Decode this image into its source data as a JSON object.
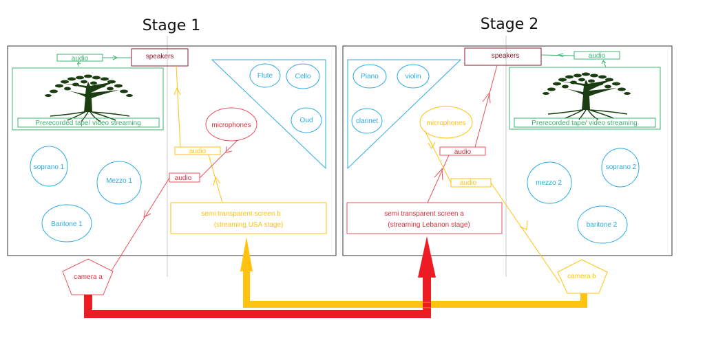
{
  "colors": {
    "blue": "#29abe2",
    "red": "#ed1c24",
    "dark_red": "#8b1a2b",
    "yellow": "#ffc20e",
    "green": "#3cb371",
    "tree": "#1b3d12",
    "frame": "#555555",
    "guide": "#c8c8c8"
  },
  "stage1": {
    "title": "Stage 1",
    "speakers": "speakers",
    "green_audio": "audio",
    "prerecorded": "Prerecorded tape/ video streaming",
    "instruments": [
      "Flute",
      "Cello",
      "Oud"
    ],
    "microphones": "microphones",
    "yellow_audio": "audio",
    "red_audio": "audio",
    "singers": [
      "soprano 1",
      "Mezzo 1",
      "Baritone 1"
    ],
    "screen_line1": "semi transparent screen b",
    "screen_line2": "(streaming USA stage)",
    "camera": "camera a"
  },
  "stage2": {
    "title": "Stage 2",
    "speakers": "speakers",
    "green_audio": "audio",
    "prerecorded": "Prerecorded tape/ video streaming",
    "instruments": [
      "Piano",
      "violin",
      "clarinet"
    ],
    "microphones": "microphones",
    "red_audio": "audio",
    "yellow_audio": "audio",
    "singers": [
      "mezzo 2",
      "soprano 2",
      "baritone 2"
    ],
    "screen_line1": "semi transparent screen a",
    "screen_line2": "(streaming Lebanon stage)",
    "camera": "camera b"
  }
}
